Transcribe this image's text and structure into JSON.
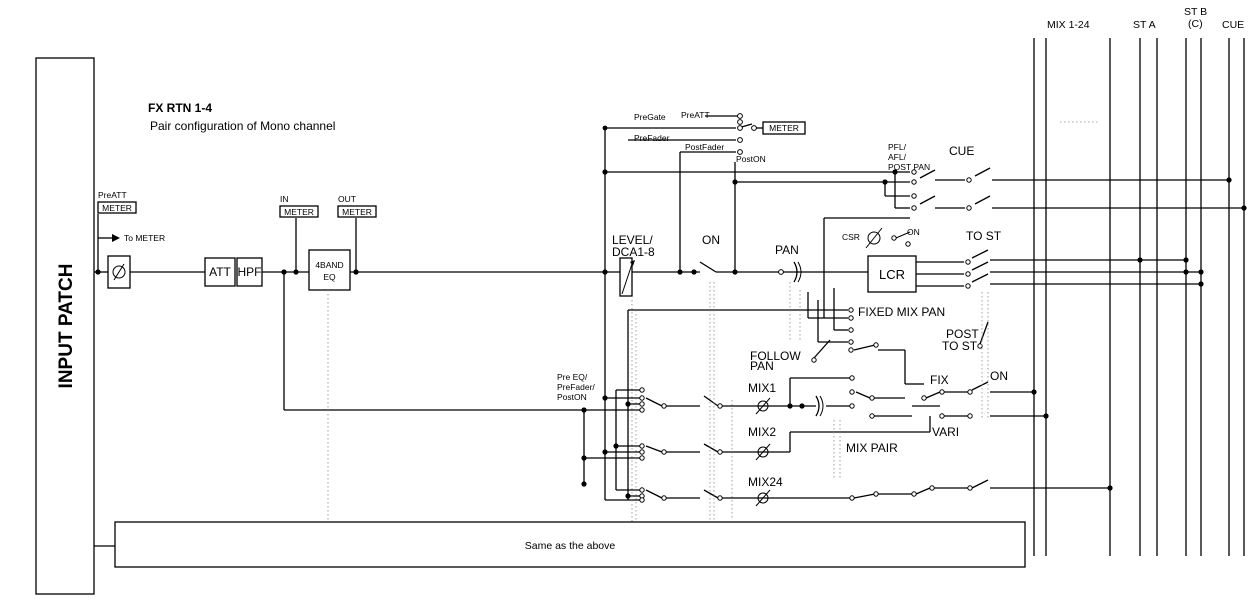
{
  "title": "FX RTN 1-4",
  "subtitle": "Pair configuration of Mono channel",
  "input_patch": "INPUT PATCH",
  "same_as_above": "Same as the above",
  "buses": {
    "mix": "MIX 1-24",
    "st_a": "ST A",
    "st_b": "ST B",
    "st_b_sub": "(C)",
    "cue": "CUE"
  },
  "meters": {
    "pre_att_label": "PreATT",
    "meter": "METER",
    "to_meter": "To METER",
    "in_label": "IN",
    "out_label": "OUT"
  },
  "blocks": {
    "att": "ATT",
    "hpf": "HPF",
    "eq_line1": "4BAND",
    "eq_line2": "EQ",
    "lcr": "LCR"
  },
  "labels": {
    "pre_gate": "PreGate",
    "pre_att": "PreATT",
    "pre_fader": "PreFader",
    "post_fader": "PostFader",
    "post_on": "PostON",
    "level": "LEVEL/",
    "dca": "DCA1-8",
    "on": "ON",
    "pan": "PAN",
    "pfl": "PFL/",
    "afl": "AFL/",
    "post_pan": "POST PAN",
    "cue": "CUE",
    "csr": "CSR",
    "csr_on": "ON",
    "to_st": "TO ST",
    "fixed_mix_pan": "FIXED MIX PAN",
    "post": "POST",
    "to_st2": "TO ST",
    "follow": "FOLLOW",
    "follow_pan": "PAN",
    "pre_eq": "Pre EQ/",
    "pre_fader2": "PreFader/",
    "post_on2": "PostON",
    "mix1": "MIX1",
    "mix2": "MIX2",
    "mix24": "MIX24",
    "fix": "FIX",
    "on2": "ON",
    "vari": "VARI",
    "mix_pair": "MIX PAIR"
  }
}
